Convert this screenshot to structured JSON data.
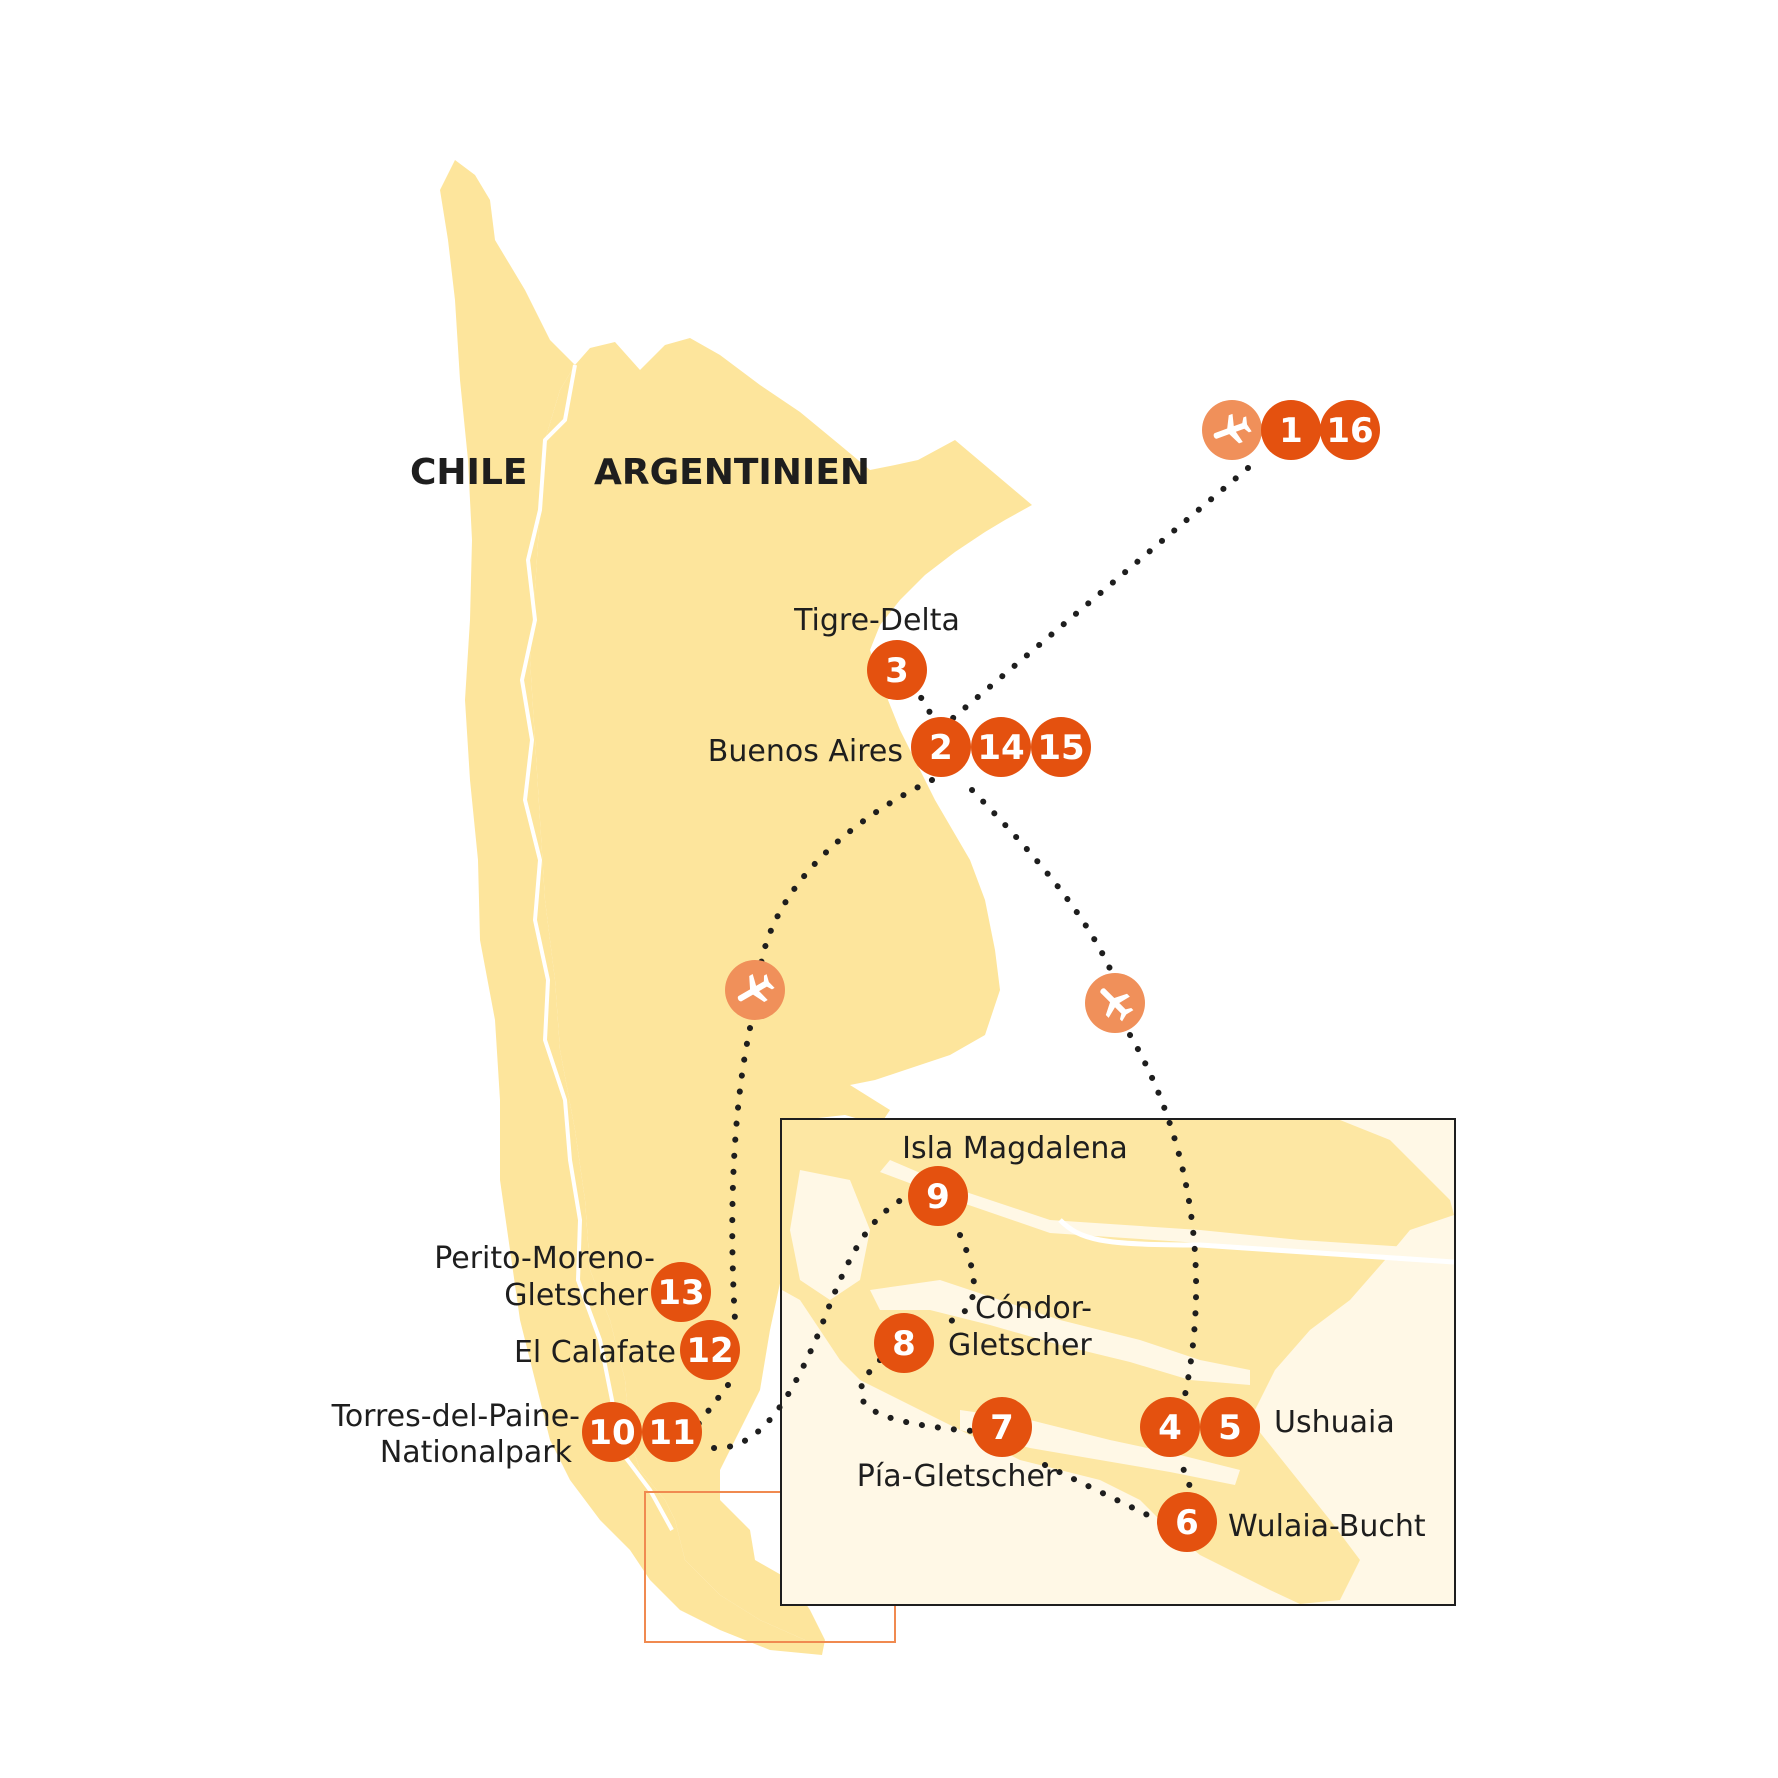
{
  "colors": {
    "land": "#fde59c",
    "land_inset": "#fde7a3",
    "inset_bg": "#fff8e6",
    "marker": "#e4510f",
    "flight_marker": "#f0905a",
    "route": "#1e1e1e",
    "inset_frame_outline": "#f08a50"
  },
  "countries": {
    "chile": "CHILE",
    "argentina": "ARGENTINIEN"
  },
  "markers": {
    "m1": "1",
    "m2": "2",
    "m3": "3",
    "m4": "4",
    "m5": "5",
    "m6": "6",
    "m7": "7",
    "m8": "8",
    "m9": "9",
    "m10": "10",
    "m11": "11",
    "m12": "12",
    "m13": "13",
    "m14": "14",
    "m15": "15",
    "m16": "16"
  },
  "places": {
    "tigre": "Tigre-Delta",
    "buenos_aires": "Buenos Aires",
    "perito_line1": "Perito-Moreno-",
    "perito_line2": "Gletscher",
    "el_calafate": "El Calafate",
    "torres_line1": "Torres-del-Paine-",
    "torres_line2": "Nationalpark",
    "isla_magdalena": "Isla Magdalena",
    "condor_line1": "Cóndor-",
    "condor_line2": "Gletscher",
    "pia": "Pía-Gletscher",
    "ushuaia": "Ushuaia",
    "wulaia": "Wulaia-Bucht"
  },
  "icons": {
    "flight_start": "airplane-icon",
    "flight_west": "airplane-icon",
    "flight_east": "airplane-icon"
  }
}
